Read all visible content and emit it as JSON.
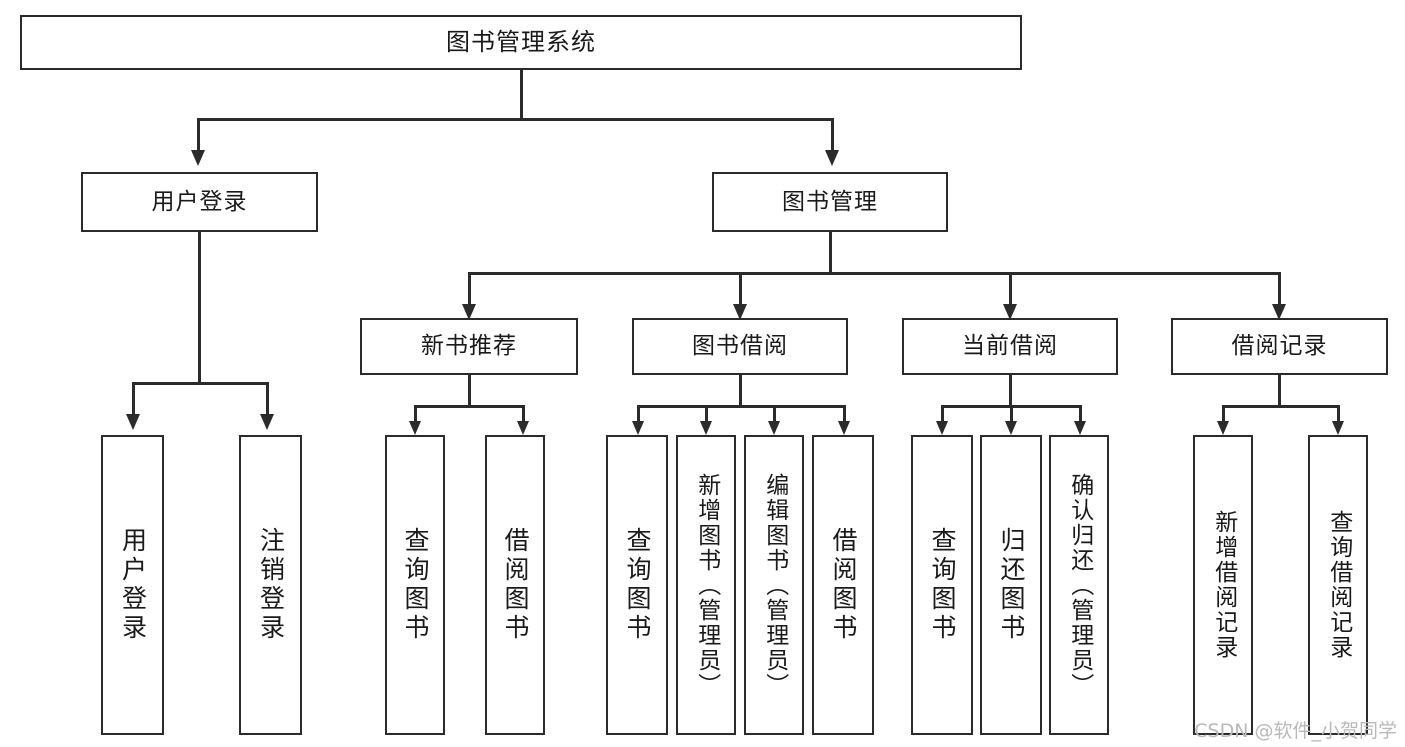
{
  "diagram": {
    "title": "图书管理系统",
    "type": "hierarchy-tree",
    "watermark": "CSDN @软件_小贺同学",
    "root": {
      "label": "图书管理系统"
    },
    "level2": [
      {
        "label": "用户登录"
      },
      {
        "label": "图书管理"
      }
    ],
    "level3": [
      {
        "label": "新书推荐"
      },
      {
        "label": "图书借阅"
      },
      {
        "label": "当前借阅"
      },
      {
        "label": "借阅记录"
      }
    ],
    "leaves": {
      "user_login": [
        {
          "label": "用户登录"
        },
        {
          "label": "注销登录"
        }
      ],
      "new_book_recommend": [
        {
          "label": "查询图书"
        },
        {
          "label": "借阅图书"
        }
      ],
      "book_borrow": [
        {
          "label": "查询图书"
        },
        {
          "label": "新增图书（管理员）"
        },
        {
          "label": "编辑图书（管理员）"
        },
        {
          "label": "借阅图书"
        }
      ],
      "current_borrow": [
        {
          "label": "查询图书"
        },
        {
          "label": "归还图书"
        },
        {
          "label": "确认归还（管理员）"
        }
      ],
      "borrow_record": [
        {
          "label": "新增借阅记录"
        },
        {
          "label": "查询借阅记录"
        }
      ]
    }
  },
  "colors": {
    "stroke": "#2b2b2b",
    "fill": "#ffffff",
    "text": "#1a1a1a",
    "watermark": "#b9b9b9"
  }
}
